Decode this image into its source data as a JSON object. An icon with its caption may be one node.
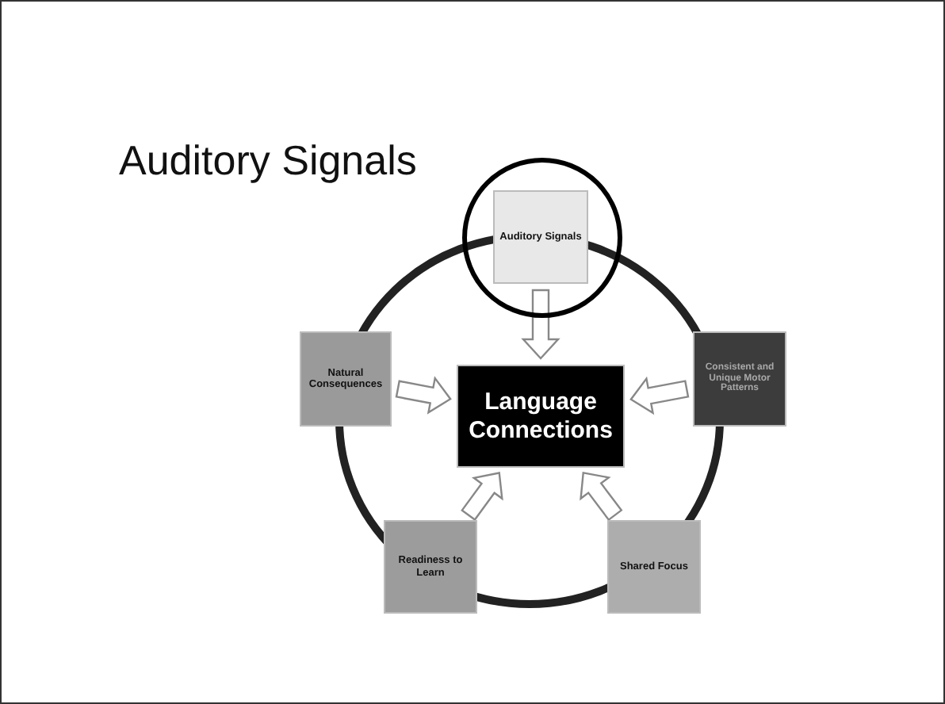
{
  "diagram": {
    "title": "Auditory Signals",
    "nodes": [
      {
        "text": [
          "Auditory Signals"
        ]
      },
      {
        "text": [
          "Natural Consequences"
        ]
      },
      {
        "text": [
          "Language Connections"
        ]
      },
      {
        "text": [
          "Consistent and Unique Motor Patterns"
        ]
      },
      {
        "text": [
          "Readiness to Learn"
        ]
      },
      {
        "text": [
          "Shared Focus"
        ]
      }
    ],
    "edges": [
      {
        "from": 0,
        "to": 2,
        "arrow": "to"
      },
      {
        "from": 1,
        "to": 2,
        "arrow": "to"
      },
      {
        "from": 3,
        "to": 2,
        "arrow": "to"
      },
      {
        "from": 4,
        "to": 2,
        "arrow": "to"
      },
      {
        "from": 5,
        "to": 2,
        "arrow": "to"
      }
    ]
  }
}
